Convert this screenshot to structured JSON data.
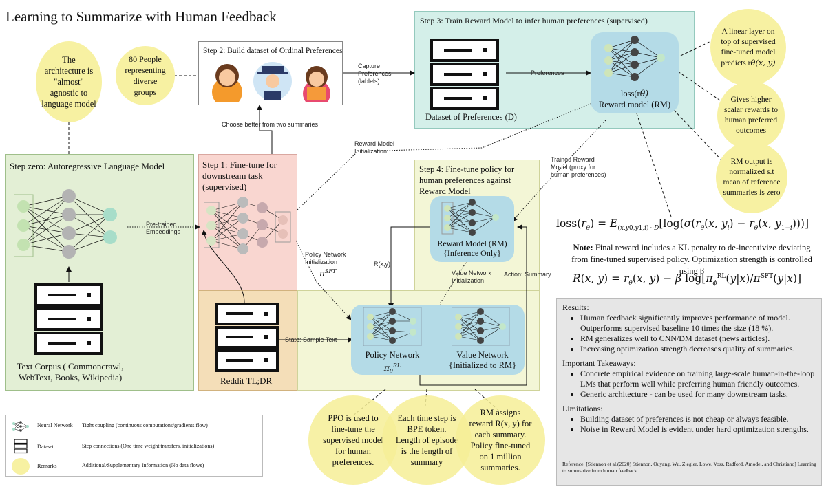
{
  "title": "Learning to Summarize with Human Feedback",
  "remarks": {
    "architecture": "The architecture is \"almost\" agnostic to language model",
    "people": "80 People representing diverse groups",
    "linear_layer": "A linear layer on top of supervised fine-tuned model predicts r",
    "linear_layer_math": "θ(x, y)",
    "higher_rewards": "Gives higher scalar rewards to human preferred outcomes",
    "normalized": "RM output is normalized s.t mean of reference summaries is zero",
    "ppo": "PPO is used to fine-tune the supervised model for human preferences.",
    "bpe": "Each time step is BPE token. Length of episode is the length of summary",
    "rm_assigns": "RM assigns reward R(x, y) for each summary. Policy fine-tuned on 1 million summaries."
  },
  "steps": {
    "step0": "Step zero:  Autoregressive Language Model",
    "step0_corpus": "Text Corpus ( Commoncrawl, WebText, Books, Wikipedia)",
    "step1": "Step 1:  Fine-tune for downstream task (supervised)",
    "step1_dataset": "Reddit TL;DR",
    "step2": "Step 2: Build dataset of Ordinal Preferences",
    "step3": "Step 3: Train Reward  Model to infer human preferences (supervised)",
    "step3_dataset": "Dataset of Preferences (D)",
    "step3_loss": "loss(r",
    "step3_loss2": "θ)",
    "step3_rm": "Reward model (RM)",
    "step4": "Step 4: Fine-tune policy for human preferences against Reward Model",
    "step4_rm": "Reward Model (RM)",
    "step4_rm2": "{Inference Only}",
    "policy": "Policy Network",
    "policy_math": "π",
    "value": "Value Network",
    "value2": "{Initialized to RM}"
  },
  "edges": {
    "capture": "Capture Preferences (lablels)",
    "preferences": "Preferences",
    "choose": "Choose better from two summaries",
    "rm_init": "Reward Model Initialization",
    "trained_rm": "Trained Reward Model (proxy for human preferences)",
    "pretrained": "Pre-trained Embeddings",
    "policy_init": "Policy Network Initialization",
    "rxy": "R(x,y)",
    "value_init": "Value Network Initialization",
    "action": "Action: Summary",
    "state": "State: Sample Text"
  },
  "equations": {
    "loss": "loss(rθ) = E(x,y0,y1,i)~D[log(σ(rθ(x, yi) − rθ(x, y1−i)))]",
    "note_bold": "Note:",
    "note": " Final reward includes a KL penalty to de-incentivize deviating from fine-tuned supervised policy. Optimization strength is controlled using β",
    "reward": "R(x, y) = rθ(x, y) − β log[πφRL(y|x)/πSFT(y|x)]"
  },
  "results": {
    "results_title": "Results:",
    "results_items": [
      "Human feedback significantly improves performance of model. Outperforms supervised baseline 10 times the size (18 %).",
      "RM generalizes well to CNN/DM dataset (news articles).",
      "Increasing optimization strength decreases quality of summaries."
    ],
    "takeaways_title": "Important Takeaways:",
    "takeaways_items": [
      "Concrete empirical evidence on training large-scale human-in-the-loop LMs that perform well while preferring human friendly outcomes.",
      "Generic architecture - can be used for many downstream tasks."
    ],
    "limitations_title": "Limitations:",
    "limitations_items": [
      "Building dataset of preferences is not cheap or always feasible.",
      "Noise in Reward Model is evident under hard optimization strengths."
    ],
    "reference": "Reference: [Stiennon et al.(2020) Stiennon, Ouyang, Wu, Ziegler, Lowe, Voss, Radford, Amodei, and Christiano] Learning to summarize from human feedback."
  },
  "legend": {
    "nn": "Neural Network",
    "dataset": "Dataset",
    "remarks": "Remarks",
    "tight": "Tight coupling (continuous computations/gradients flow)",
    "step": "Step connections (One time weight transfers, initializations)",
    "additional": "Additional/Supplementary Information (No data flows)"
  },
  "colors": {
    "green_box": "#e3efd5",
    "pink_box": "#f9d6d0",
    "teal_box": "#d4efe9",
    "yellow_box": "#f3f6d6",
    "tan_box": "#f4deb8",
    "blue_rm": "#b4dbe7",
    "remark": "#f7f1a2",
    "results_bg": "#e6e6e6"
  }
}
